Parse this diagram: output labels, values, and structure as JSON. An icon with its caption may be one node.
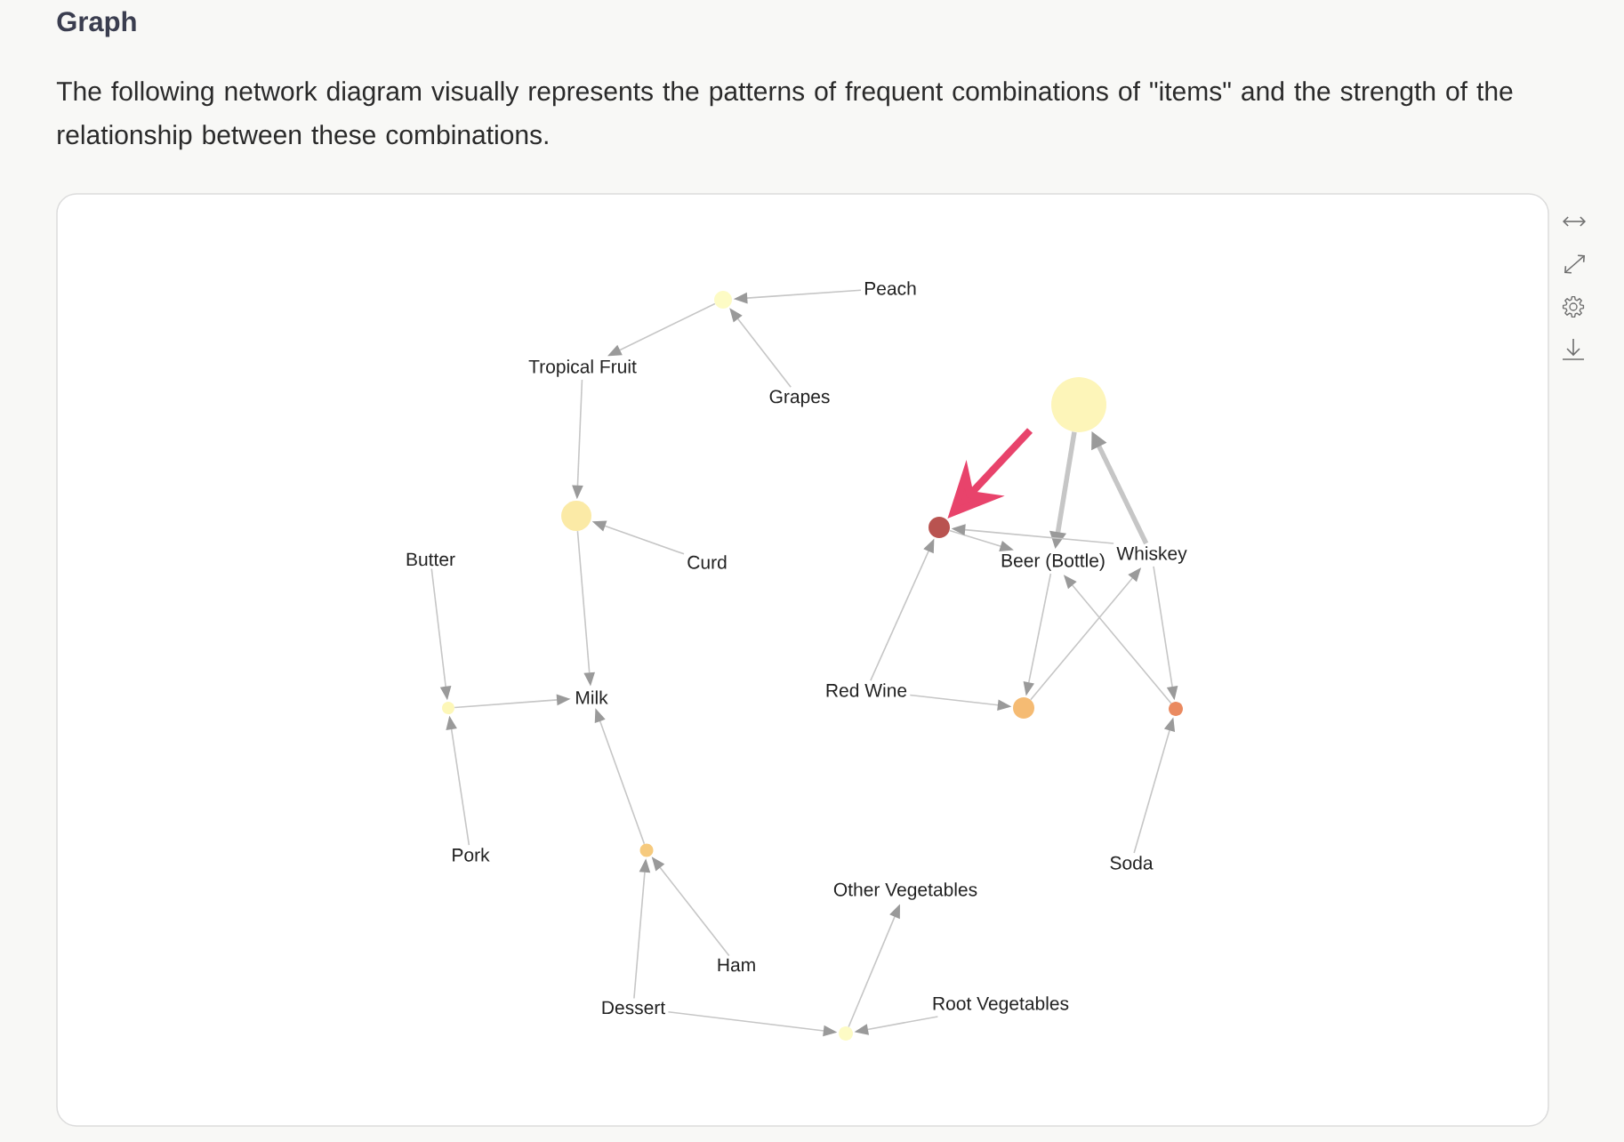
{
  "diagram": {
    "title": "Graph",
    "caption": "The following network diagram visually represents the patterns of frequent combinations of \"items\" and the strength of the relationship between these combinations.",
    "nodes": [
      {
        "text": [
          "Peach"
        ]
      },
      {
        "text": [],
        "shape": "circle"
      },
      {
        "text": [
          "Tropical Fruit"
        ]
      },
      {
        "text": [
          "Grapes"
        ]
      },
      {
        "text": [],
        "shape": "circle"
      },
      {
        "text": [],
        "shape": "circle"
      },
      {
        "text": [],
        "shape": "circle"
      },
      {
        "text": [
          "Whiskey"
        ]
      },
      {
        "text": [
          "Butter"
        ]
      },
      {
        "text": [
          "Curd"
        ]
      },
      {
        "text": [
          "Beer (Bottle)"
        ]
      },
      {
        "text": [
          "Red Wine"
        ]
      },
      {
        "text": [
          "Milk"
        ]
      },
      {
        "text": [],
        "shape": "circle"
      },
      {
        "text": [],
        "shape": "circle"
      },
      {
        "text": [],
        "shape": "circle"
      },
      {
        "text": [],
        "shape": "circle"
      },
      {
        "text": [
          "Pork"
        ]
      },
      {
        "text": [
          "Soda"
        ]
      },
      {
        "text": [
          "Other Vegetables"
        ]
      },
      {
        "text": [
          "Ham"
        ]
      },
      {
        "text": [
          "Root Vegetables"
        ]
      },
      {
        "text": [
          "Dessert"
        ]
      },
      {
        "text": [],
        "shape": "circle"
      }
    ],
    "edges": [
      {
        "from": 0,
        "to": 1,
        "arrow": "to"
      },
      {
        "from": 3,
        "to": 1,
        "arrow": "to"
      },
      {
        "from": 1,
        "to": 2,
        "arrow": "to"
      },
      {
        "from": 2,
        "to": 5,
        "arrow": "to"
      },
      {
        "from": 9,
        "to": 5,
        "arrow": "to"
      },
      {
        "from": 5,
        "to": 12,
        "arrow": "to"
      },
      {
        "from": 4,
        "to": 10,
        "arrow": "to",
        "style": "thick"
      },
      {
        "from": 7,
        "to": 4,
        "arrow": "to",
        "style": "thick"
      },
      {
        "from": 6,
        "to": 10,
        "arrow": "to"
      },
      {
        "from": 7,
        "to": 6,
        "arrow": "to"
      },
      {
        "from": 11,
        "to": 6,
        "arrow": "to"
      },
      {
        "from": 11,
        "to": 14,
        "arrow": "to"
      },
      {
        "from": 10,
        "to": 14,
        "arrow": "to"
      },
      {
        "from": 14,
        "to": 7,
        "arrow": "to"
      },
      {
        "from": 15,
        "to": 10,
        "arrow": "to"
      },
      {
        "from": 7,
        "to": 15,
        "arrow": "to"
      },
      {
        "from": 18,
        "to": 15,
        "arrow": "to"
      },
      {
        "from": 8,
        "to": 13,
        "arrow": "to"
      },
      {
        "from": 17,
        "to": 13,
        "arrow": "to"
      },
      {
        "from": 13,
        "to": 12,
        "arrow": "to"
      },
      {
        "from": 16,
        "to": 12,
        "arrow": "to"
      },
      {
        "from": 22,
        "to": 16,
        "arrow": "to"
      },
      {
        "from": 20,
        "to": 16,
        "arrow": "to"
      },
      {
        "from": 22,
        "to": 23,
        "arrow": "to"
      },
      {
        "from": 21,
        "to": 23,
        "arrow": "to"
      },
      {
        "from": 23,
        "to": 19,
        "arrow": "to"
      },
      {
        "from": null,
        "to": 6,
        "arrow": "to",
        "style": "thick",
        "color": "#e8436b"
      }
    ]
  }
}
